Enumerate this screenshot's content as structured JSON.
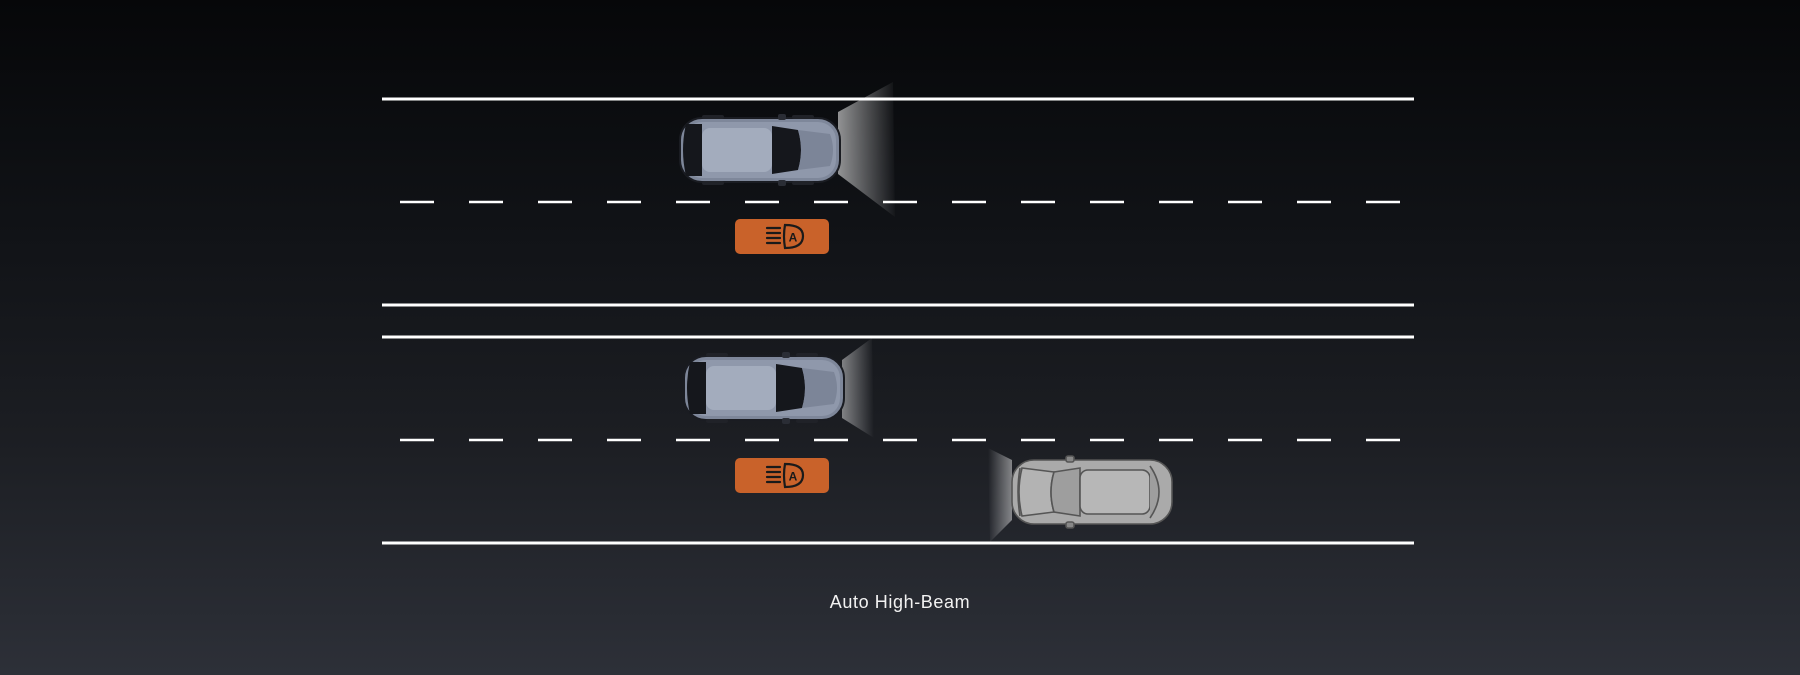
{
  "caption": "Auto High-Beam",
  "colors": {
    "lane_line": "#ffffff",
    "indicator": "#c9622a",
    "indicator_symbol": "#1a1a1a",
    "ego_car_body": "#8a93a6",
    "oncoming_car_body": "#a6a6a6"
  },
  "icons": {
    "indicator": "auto-high-beam-icon",
    "ego_car": "car-top-view-icon",
    "oncoming_car": "car-top-view-icon"
  },
  "indicator_letter": "A",
  "scenarios": [
    {
      "name": "high-beam-on",
      "beam": "long",
      "oncoming_vehicle": false
    },
    {
      "name": "high-beam-dimmed",
      "beam": "short",
      "oncoming_vehicle": true
    }
  ]
}
